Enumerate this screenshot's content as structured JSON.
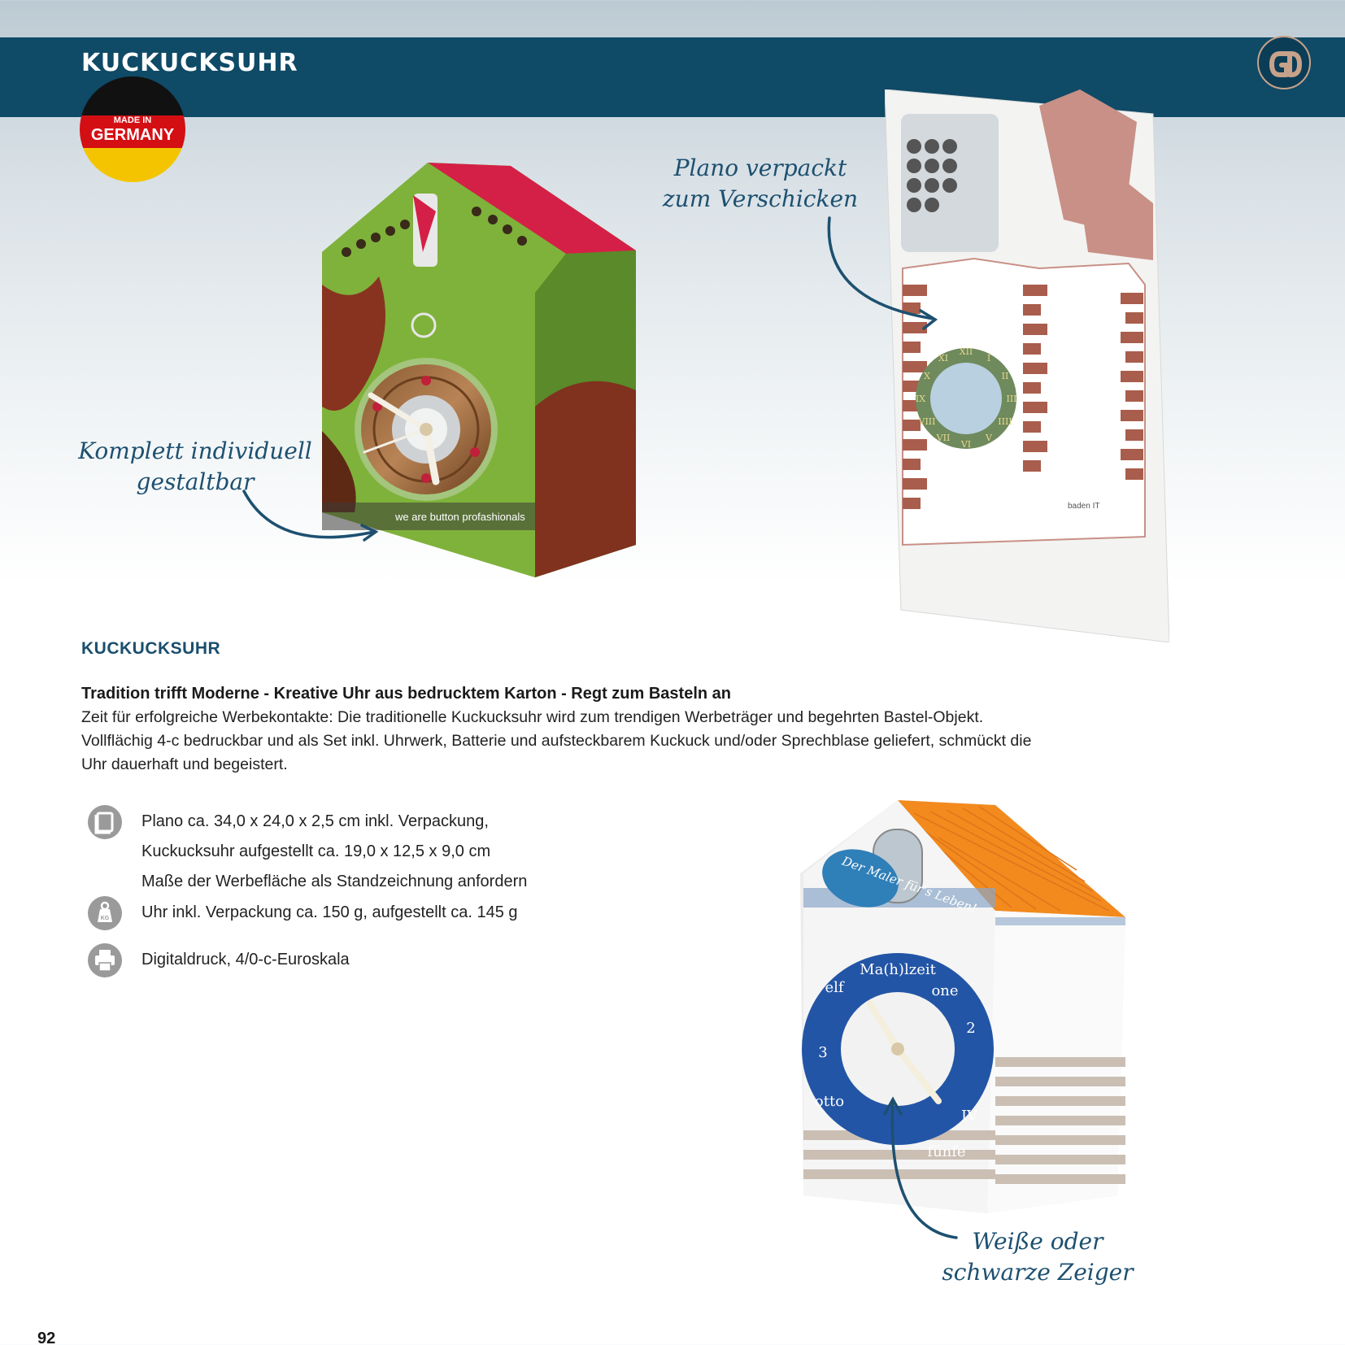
{
  "header": {
    "title": "KUCKUCKSUHR",
    "logo_icon": "gd-brand-logo-icon",
    "bar_color": "#0f4a66"
  },
  "badge": {
    "small_text": "MADE IN",
    "big_text": "GERMANY",
    "colors": [
      "#111111",
      "#d40f14",
      "#f5c400"
    ]
  },
  "callouts": {
    "plano": "Plano verpackt\nzum Verschicken",
    "individuell": "Komplett individuell\ngestaltbar",
    "zeiger": "Weiße oder\nschwarze Zeiger"
  },
  "photos": {
    "clock1_text": "we are button profashionals",
    "clock2_brand": "baden IT",
    "clock3_tagline": "Der Maler\nfür's Leben!",
    "clock3_dial": {
      "top": "Ma(h)lzeit",
      "one": "one",
      "two": "2",
      "three": "3",
      "four": "IV",
      "five": "fünfe",
      "eight": "otto",
      "eleven": "elf"
    }
  },
  "content": {
    "heading": "KUCKUCKSUHR",
    "subheading": "Tradition trifft Moderne - Kreative Uhr aus bedrucktem Karton - Regt zum Basteln an",
    "body": "Zeit für erfolgreiche Werbekontakte: Die traditionelle Kuckucksuhr wird zum trendigen Werbeträger und begehrten Bastel-Objekt. Vollflächig 4-c bedruckbar und als Set inkl. Uhrwerk, Batterie und aufsteckbarem Kuckuck und/oder Sprechblase geliefert, schmückt die Uhr dauerhaft und begeistert."
  },
  "specs": [
    {
      "icon": "dimensions-icon",
      "text": "Plano ca. 34,0 x 24,0 x 2,5 cm inkl. Verpackung,\nKuckucksuhr aufgestellt ca. 19,0 x 12,5 x 9,0 cm\nMaße der Werbefläche als Standzeichnung anfordern"
    },
    {
      "icon": "weight-icon",
      "text": "Uhr inkl. Verpackung ca. 150 g, aufgestellt ca. 145 g"
    },
    {
      "icon": "printer-icon",
      "text": "Digitaldruck, 4/0-c-Euroskala"
    }
  ],
  "footer": {
    "page_number": "92"
  }
}
